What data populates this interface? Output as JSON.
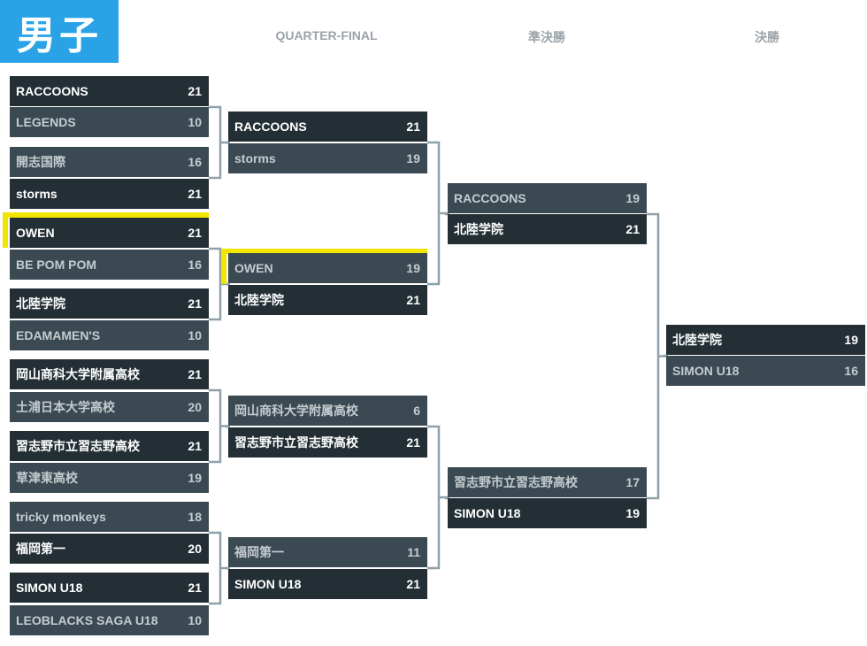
{
  "badge": "男子",
  "headers": [
    "QUARTER-FINAL",
    "準決勝",
    "決勝"
  ],
  "rounds": [
    [
      [
        {
          "name": "RACCOONS",
          "score": "21",
          "win": true
        },
        {
          "name": "LEGENDS",
          "score": "10",
          "win": false
        }
      ],
      [
        {
          "name": "開志国際",
          "score": "16",
          "win": false
        },
        {
          "name": "storms",
          "score": "21",
          "win": true
        }
      ],
      [
        {
          "name": "OWEN",
          "score": "21",
          "win": true,
          "highlight": true
        },
        {
          "name": "BE POM POM",
          "score": "16",
          "win": false
        }
      ],
      [
        {
          "name": "北陸学院",
          "score": "21",
          "win": true
        },
        {
          "name": "EDAMAMEN'S",
          "score": "10",
          "win": false
        }
      ],
      [
        {
          "name": "岡山商科大学附属高校",
          "score": "21",
          "win": true
        },
        {
          "name": "土浦日本大学高校",
          "score": "20",
          "win": false
        }
      ],
      [
        {
          "name": "習志野市立習志野高校",
          "score": "21",
          "win": true
        },
        {
          "name": "草津東高校",
          "score": "19",
          "win": false
        }
      ],
      [
        {
          "name": "tricky monkeys",
          "score": "18",
          "win": false
        },
        {
          "name": "福岡第一",
          "score": "20",
          "win": true
        }
      ],
      [
        {
          "name": "SIMON U18",
          "score": "21",
          "win": true
        },
        {
          "name": "LEOBLACKS SAGA U18",
          "score": "10",
          "win": false
        }
      ]
    ],
    [
      [
        {
          "name": "RACCOONS",
          "score": "21",
          "win": true
        },
        {
          "name": "storms",
          "score": "19",
          "win": false
        }
      ],
      [
        {
          "name": "OWEN",
          "score": "19",
          "win": false,
          "highlight": true
        },
        {
          "name": "北陸学院",
          "score": "21",
          "win": true
        }
      ],
      [
        {
          "name": "岡山商科大学附属高校",
          "score": "6",
          "win": false
        },
        {
          "name": "習志野市立習志野高校",
          "score": "21",
          "win": true
        }
      ],
      [
        {
          "name": "福岡第一",
          "score": "11",
          "win": false
        },
        {
          "name": "SIMON U18",
          "score": "21",
          "win": true
        }
      ]
    ],
    [
      [
        {
          "name": "RACCOONS",
          "score": "19",
          "win": false
        },
        {
          "name": "北陸学院",
          "score": "21",
          "win": true
        }
      ],
      [
        {
          "name": "習志野市立習志野高校",
          "score": "17",
          "win": false
        },
        {
          "name": "SIMON U18",
          "score": "19",
          "win": true
        }
      ]
    ],
    [
      [
        {
          "name": "北陸学院",
          "score": "19",
          "win": true
        },
        {
          "name": "SIMON U18",
          "score": "16",
          "win": false
        }
      ]
    ]
  ],
  "colors": {
    "dark": "#232f35",
    "light": "#3b4a52",
    "line": "#8fa0aa",
    "highlight": "#f2e600",
    "badge": "#2aa3e6"
  }
}
